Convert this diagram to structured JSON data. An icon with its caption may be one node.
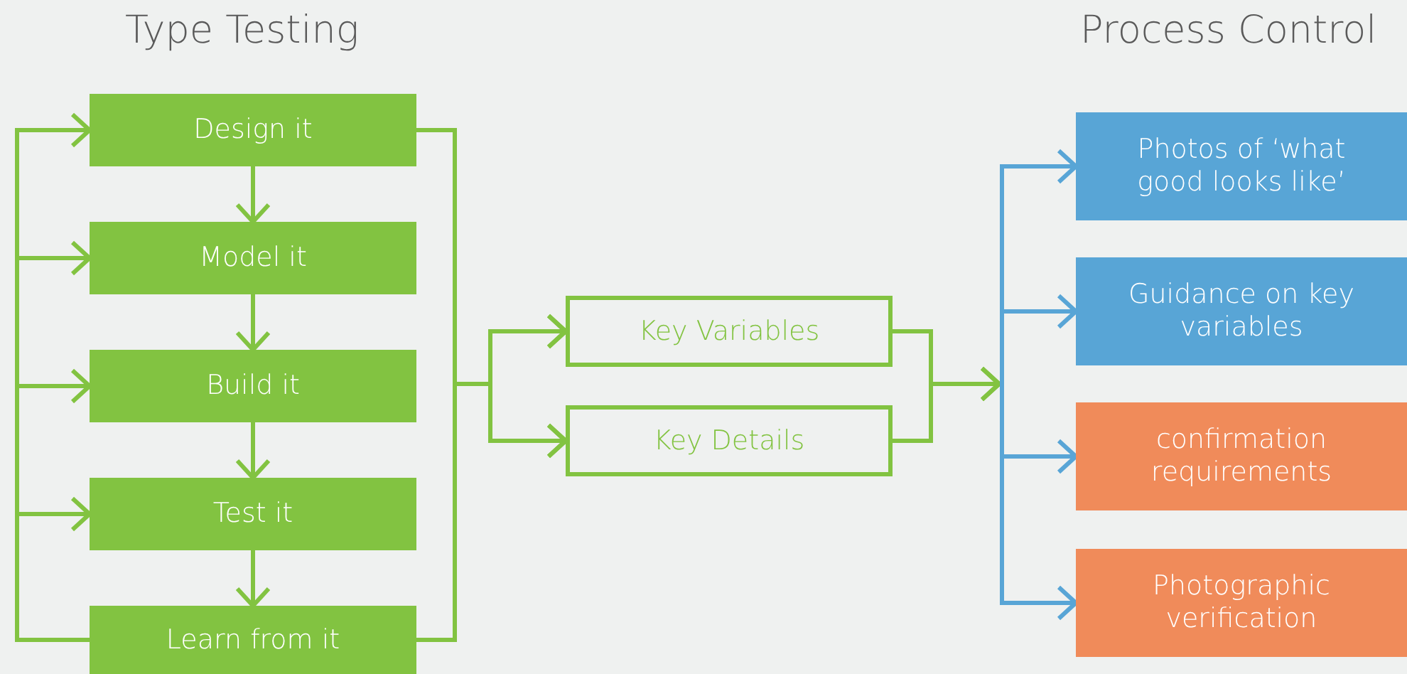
{
  "diagram": {
    "nodes": [
      {
        "text": [
          "Design it"
        ]
      },
      {
        "text": [
          "Model it"
        ]
      },
      {
        "text": [
          "Build it"
        ]
      },
      {
        "text": [
          "Test it"
        ]
      },
      {
        "text": [
          "Learn from it"
        ]
      },
      {
        "text": [
          "Key Variables"
        ]
      },
      {
        "text": [
          "Key Details"
        ]
      },
      {
        "text": [
          "Photos of ‘what good looks like’"
        ]
      },
      {
        "text": [
          "Guidance on key variables"
        ]
      },
      {
        "text": [
          "confirmation requirements"
        ]
      },
      {
        "text": [
          "Photographic verification"
        ]
      }
    ],
    "edges": [
      {
        "from": 0,
        "to": 1,
        "arrow": "to"
      },
      {
        "from": 1,
        "to": 2,
        "arrow": "to"
      },
      {
        "from": 2,
        "to": 3,
        "arrow": "to"
      },
      {
        "from": 3,
        "to": 4,
        "arrow": "to"
      },
      {
        "from": 4,
        "to": 0,
        "arrow": "to"
      },
      {
        "from": 4,
        "to": 1,
        "arrow": "to"
      },
      {
        "from": 4,
        "to": 2,
        "arrow": "to"
      },
      {
        "from": 4,
        "to": 3,
        "arrow": "to"
      },
      {
        "from": 0,
        "to": 5,
        "arrow": "to"
      },
      {
        "from": 0,
        "to": 6,
        "arrow": "to"
      },
      {
        "from": 4,
        "to": 5,
        "arrow": "to"
      },
      {
        "from": 4,
        "to": 6,
        "arrow": "to"
      },
      {
        "from": 5,
        "to": null,
        "arrow": "to"
      },
      {
        "from": 6,
        "to": null,
        "arrow": "to"
      },
      {
        "from": null,
        "to": 7,
        "arrow": "to",
        "color": "#58a5d6"
      },
      {
        "from": null,
        "to": 8,
        "arrow": "to",
        "color": "#58a5d6"
      },
      {
        "from": null,
        "to": 9,
        "arrow": "to",
        "color": "#58a5d6"
      },
      {
        "from": null,
        "to": 10,
        "arrow": "to",
        "color": "#58a5d6"
      }
    ],
    "labels": [
      "Type Testing",
      "Process Control"
    ]
  }
}
